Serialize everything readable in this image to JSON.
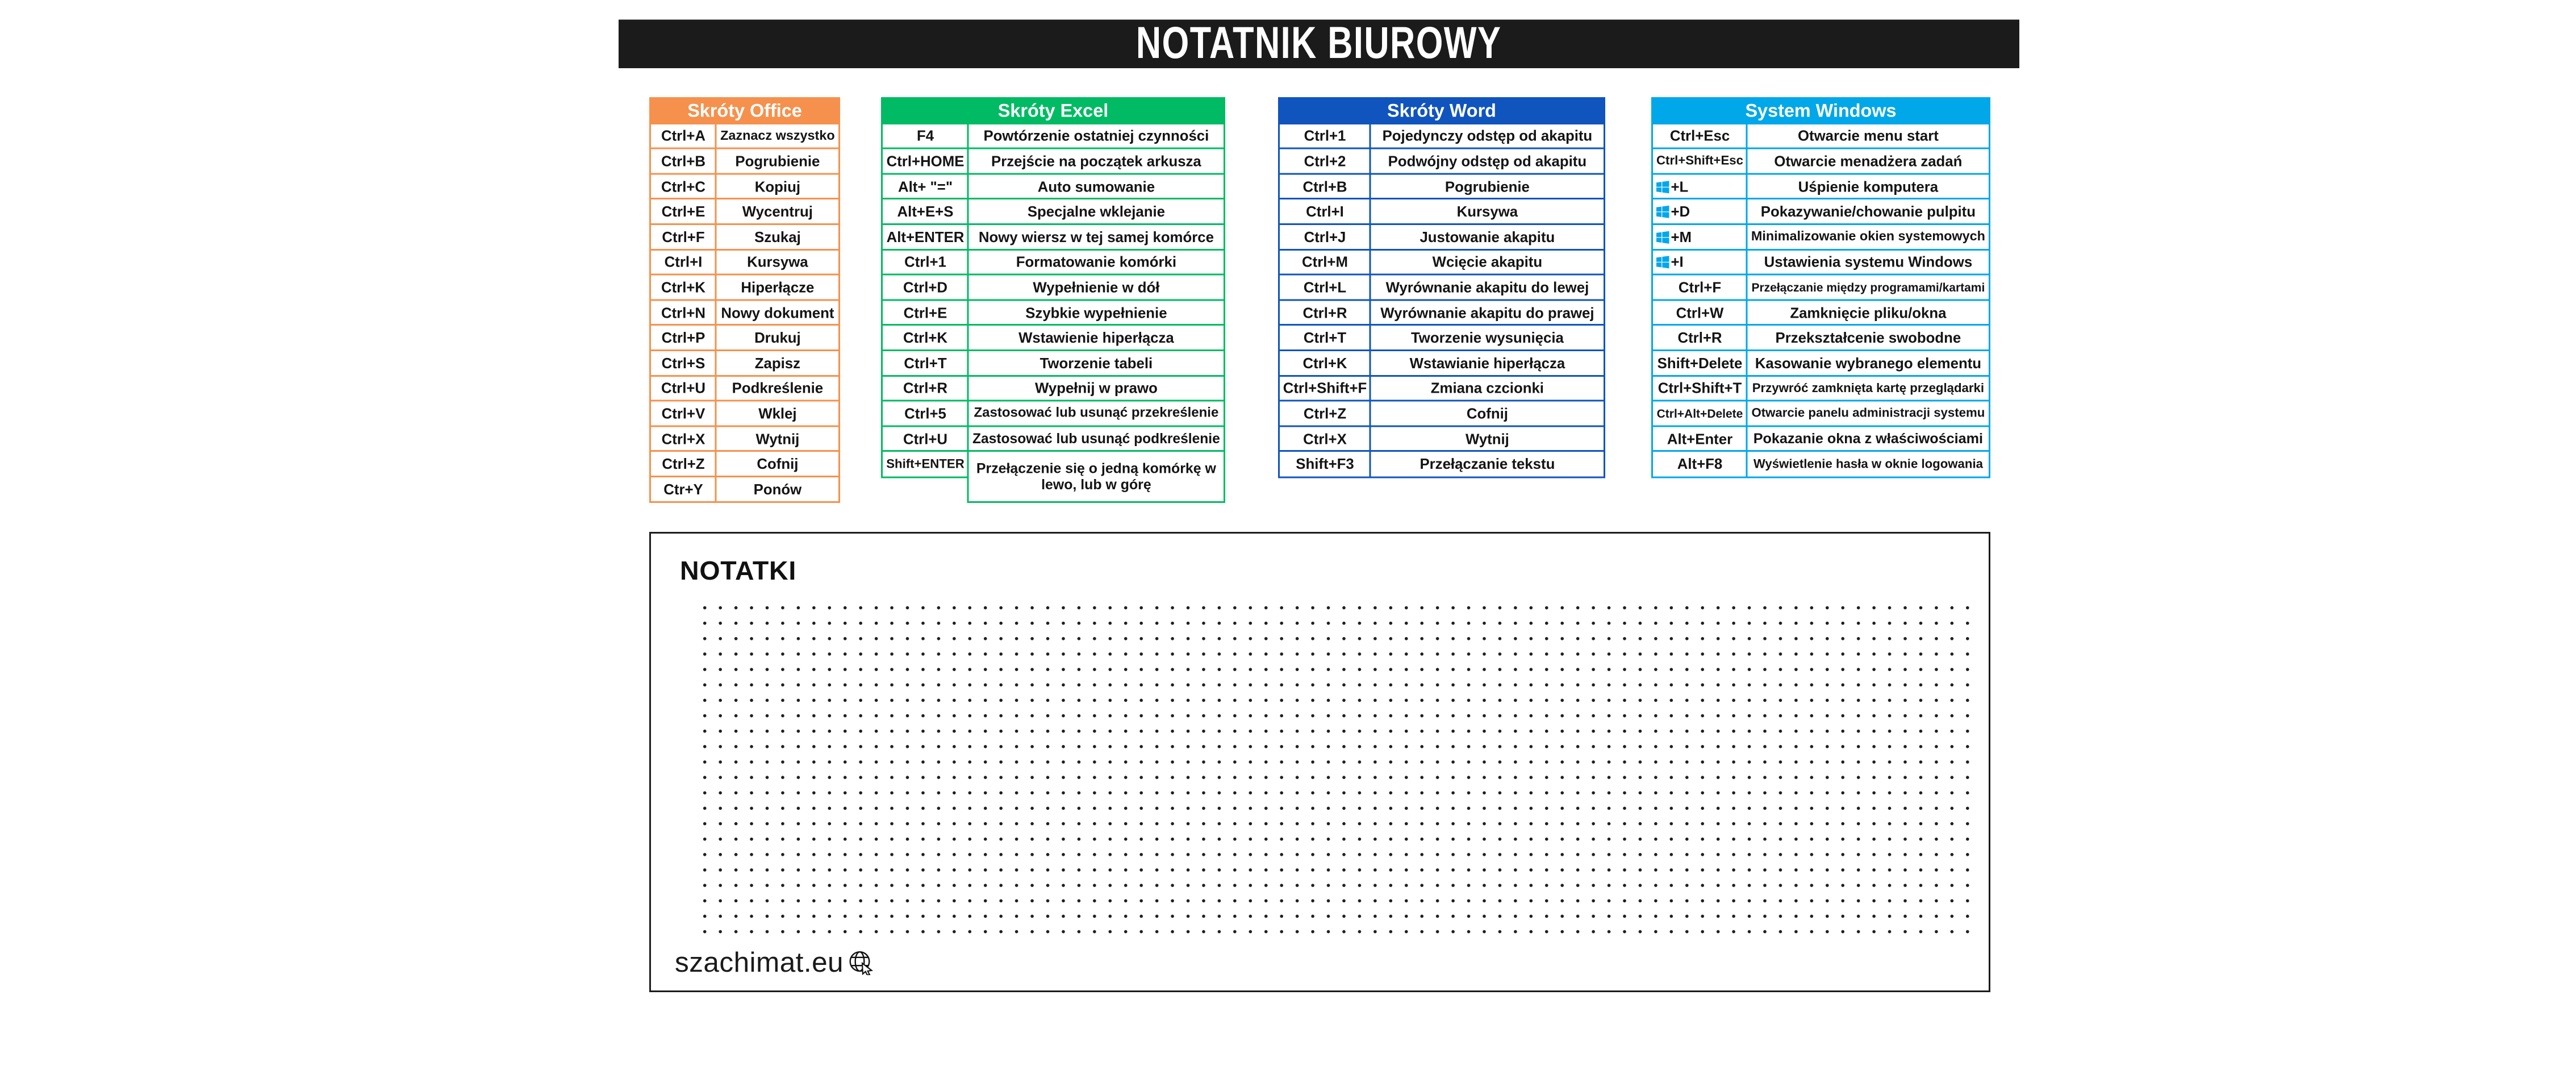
{
  "header": {
    "title": "NOTATNIK BIUROWY",
    "bg_color": "#1b1b1b",
    "text_color": "#ffffff"
  },
  "tables": [
    {
      "id": "office",
      "title": "Skróty Office",
      "accent": "#F5914D",
      "rows": [
        {
          "key": "Ctrl+A",
          "value": "Zaznacz wszystko"
        },
        {
          "key": "Ctrl+B",
          "value": "Pogrubienie"
        },
        {
          "key": "Ctrl+C",
          "value": "Kopiuj"
        },
        {
          "key": "Ctrl+E",
          "value": "Wycentruj"
        },
        {
          "key": "Ctrl+F",
          "value": "Szukaj"
        },
        {
          "key": "Ctrl+I",
          "value": "Kursywa"
        },
        {
          "key": "Ctrl+K",
          "value": "Hiperłącze"
        },
        {
          "key": "Ctrl+N",
          "value": "Nowy dokument"
        },
        {
          "key": "Ctrl+P",
          "value": "Drukuj"
        },
        {
          "key": "Ctrl+S",
          "value": "Zapisz"
        },
        {
          "key": "Ctrl+U",
          "value": "Podkreślenie"
        },
        {
          "key": "Ctrl+V",
          "value": "Wklej"
        },
        {
          "key": "Ctrl+X",
          "value": "Wytnij"
        },
        {
          "key": "Ctrl+Z",
          "value": "Cofnij"
        },
        {
          "key": "Ctr+Y",
          "value": "Ponów"
        }
      ]
    },
    {
      "id": "excel",
      "title": "Skróty Excel",
      "accent": "#00BB63",
      "rows": [
        {
          "key": "F4",
          "value": "Powtórzenie ostatniej czynności"
        },
        {
          "key": "Ctrl+HOME",
          "value": "Przejście na początek arkusza"
        },
        {
          "key": "Alt+ \"=\"",
          "value": "Auto sumowanie"
        },
        {
          "key": "Alt+E+S",
          "value": "Specjalne wklejanie"
        },
        {
          "key": "Alt+ENTER",
          "value": "Nowy wiersz w tej samej komórce"
        },
        {
          "key": "Ctrl+1",
          "value": "Formatowanie komórki"
        },
        {
          "key": "Ctrl+D",
          "value": "Wypełnienie w dół"
        },
        {
          "key": "Ctrl+E",
          "value": "Szybkie wypełnienie"
        },
        {
          "key": "Ctrl+K",
          "value": "Wstawienie hiperłącza"
        },
        {
          "key": "Ctrl+T",
          "value": "Tworzenie tabeli"
        },
        {
          "key": "Ctrl+R",
          "value": "Wypełnij w prawo"
        },
        {
          "key": "Ctrl+5",
          "value": "Zastosować lub usunąć przekreślenie"
        },
        {
          "key": "Ctrl+U",
          "value": "Zastosować lub usunąć podkreślenie"
        },
        {
          "key": "Shift+ENTER",
          "value": "Przełączenie się o jedną komórkę w lewo, lub w górę",
          "tall": true
        }
      ]
    },
    {
      "id": "word",
      "title": "Skróty Word",
      "accent": "#1054BE",
      "rows": [
        {
          "key": "Ctrl+1",
          "value": "Pojedynczy odstęp od akapitu"
        },
        {
          "key": "Ctrl+2",
          "value": "Podwójny odstęp od akapitu"
        },
        {
          "key": "Ctrl+B",
          "value": "Pogrubienie"
        },
        {
          "key": "Ctrl+I",
          "value": "Kursywa"
        },
        {
          "key": "Ctrl+J",
          "value": "Justowanie akapitu"
        },
        {
          "key": "Ctrl+M",
          "value": "Wcięcie akapitu"
        },
        {
          "key": "Ctrl+L",
          "value": "Wyrównanie akapitu do lewej"
        },
        {
          "key": "Ctrl+R",
          "value": "Wyrównanie akapitu do prawej"
        },
        {
          "key": "Ctrl+T",
          "value": "Tworzenie wysunięcia"
        },
        {
          "key": "Ctrl+K",
          "value": "Wstawianie hiperłącza"
        },
        {
          "key": "Ctrl+Shift+F",
          "value": "Zmiana czcionki"
        },
        {
          "key": "Ctrl+Z",
          "value": "Cofnij"
        },
        {
          "key": "Ctrl+X",
          "value": "Wytnij"
        },
        {
          "key": "Shift+F3",
          "value": "Przełączanie tekstu"
        }
      ]
    },
    {
      "id": "windows",
      "title": "System Windows",
      "accent": "#00A7E9",
      "rows": [
        {
          "key": "Ctrl+Esc",
          "value": "Otwarcie menu start"
        },
        {
          "key": "Ctrl+Shift+Esc",
          "value": "Otwarcie menadżera zadań"
        },
        {
          "key": "+L",
          "win_icon": true,
          "value": "Uśpienie komputera"
        },
        {
          "key": "+D",
          "win_icon": true,
          "value": "Pokazywanie/chowanie pulpitu"
        },
        {
          "key": "+M",
          "win_icon": true,
          "value": "Minimalizowanie okien systemowych"
        },
        {
          "key": "+I",
          "win_icon": true,
          "value": "Ustawienia systemu Windows"
        },
        {
          "key": "Ctrl+F",
          "value": "Przełączanie między programami/kartami"
        },
        {
          "key": "Ctrl+W",
          "value": "Zamknięcie pliku/okna"
        },
        {
          "key": "Ctrl+R",
          "value": "Przekształcenie swobodne"
        },
        {
          "key": "Shift+Delete",
          "value": "Kasowanie wybranego elementu"
        },
        {
          "key": "Ctrl+Shift+T",
          "value": "Przywróć zamknięta kartę przeglądarki"
        },
        {
          "key": "Ctrl+Alt+Delete",
          "value": "Otwarcie panelu administracji systemu"
        },
        {
          "key": "Alt+Enter",
          "value": "Pokazanie okna z właściwościami"
        },
        {
          "key": "Alt+F8",
          "value": "Wyświetlenie hasła w oknie logowania"
        }
      ]
    }
  ],
  "notes": {
    "heading": "NOTATKI",
    "brand": "szachimat.eu",
    "globe_icon": "globe-cursor-icon"
  },
  "colors": {
    "office_accent": "#F5914D",
    "excel_accent": "#00BB63",
    "word_accent": "#1054BE",
    "windows_accent": "#00A7E9",
    "windows_logo": "#00A7E9",
    "title_bar": "#1b1b1b",
    "text": "#141414"
  }
}
